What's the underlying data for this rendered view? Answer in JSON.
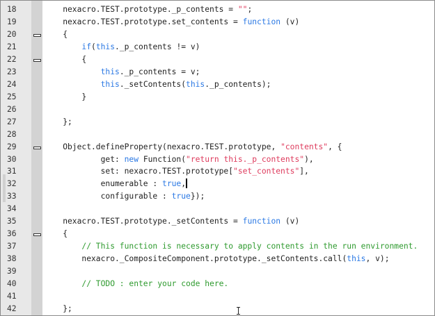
{
  "colors": {
    "keyword": "#2a78e4",
    "string": "#de3a5c",
    "comment": "#2e9a2e"
  },
  "caret_line": 32,
  "lines": [
    {
      "n": "18",
      "i": 1,
      "t": [
        [
          "nexacro.TEST.prototype._p_contents = ",
          ""
        ],
        [
          "\"\"",
          "s"
        ],
        [
          ";",
          ""
        ]
      ]
    },
    {
      "n": "19",
      "i": 1,
      "t": [
        [
          "nexacro.TEST.prototype.set_contents = ",
          ""
        ],
        [
          "function",
          "k"
        ],
        [
          " (v)",
          ""
        ]
      ]
    },
    {
      "n": "20",
      "i": 1,
      "f": true,
      "t": [
        [
          "{",
          ""
        ]
      ]
    },
    {
      "n": "21",
      "i": 2,
      "t": [
        [
          "if",
          "k"
        ],
        [
          "(",
          ""
        ],
        [
          "this",
          "k"
        ],
        [
          "._p_contents != v)",
          ""
        ]
      ]
    },
    {
      "n": "22",
      "i": 2,
      "f": true,
      "t": [
        [
          "{",
          ""
        ]
      ]
    },
    {
      "n": "23",
      "i": 3,
      "t": [
        [
          "this",
          "k"
        ],
        [
          "._p_contents = v;",
          ""
        ]
      ]
    },
    {
      "n": "24",
      "i": 3,
      "t": [
        [
          "this",
          "k"
        ],
        [
          "._setContents(",
          ""
        ],
        [
          "this",
          "k"
        ],
        [
          "._p_contents);",
          ""
        ]
      ]
    },
    {
      "n": "25",
      "i": 2,
      "t": [
        [
          "}",
          ""
        ]
      ]
    },
    {
      "n": "26",
      "i": 0,
      "t": []
    },
    {
      "n": "27",
      "i": 1,
      "t": [
        [
          "};",
          ""
        ]
      ]
    },
    {
      "n": "28",
      "i": 0,
      "t": []
    },
    {
      "n": "29",
      "i": 1,
      "f": true,
      "t": [
        [
          "Object.defineProperty(nexacro.TEST.prototype, ",
          ""
        ],
        [
          "\"contents\"",
          "s"
        ],
        [
          ", {",
          ""
        ]
      ]
    },
    {
      "n": "30",
      "i": 3,
      "t": [
        [
          "get: ",
          ""
        ],
        [
          "new",
          "k"
        ],
        [
          " Function(",
          ""
        ],
        [
          "\"return this._p_contents\"",
          "s"
        ],
        [
          "),",
          ""
        ]
      ]
    },
    {
      "n": "31",
      "i": 3,
      "t": [
        [
          "set: nexacro.TEST.prototype[",
          ""
        ],
        [
          "\"set_contents\"",
          "s"
        ],
        [
          "],",
          ""
        ]
      ]
    },
    {
      "n": "32",
      "i": 3,
      "t": [
        [
          "enumerable : ",
          ""
        ],
        [
          "true",
          "k"
        ],
        [
          ",",
          ""
        ]
      ]
    },
    {
      "n": "33",
      "i": 3,
      "t": [
        [
          "configurable : ",
          ""
        ],
        [
          "true",
          "k"
        ],
        [
          "});",
          ""
        ]
      ]
    },
    {
      "n": "34",
      "i": 0,
      "t": []
    },
    {
      "n": "35",
      "i": 1,
      "t": [
        [
          "nexacro.TEST.prototype._setContents = ",
          ""
        ],
        [
          "function",
          "k"
        ],
        [
          " (v)",
          ""
        ]
      ]
    },
    {
      "n": "36",
      "i": 1,
      "f": true,
      "t": [
        [
          "{",
          ""
        ]
      ]
    },
    {
      "n": "37",
      "i": 2,
      "t": [
        [
          "// This function is necessary to apply contents in the run environment.",
          "c"
        ]
      ]
    },
    {
      "n": "38",
      "i": 2,
      "t": [
        [
          "nexacro._CompositeComponent.prototype._setContents.call(",
          ""
        ],
        [
          "this",
          "k"
        ],
        [
          ", v);",
          ""
        ]
      ]
    },
    {
      "n": "39",
      "i": 0,
      "t": []
    },
    {
      "n": "40",
      "i": 2,
      "t": [
        [
          "// TODO : enter your code here.",
          "c"
        ]
      ]
    },
    {
      "n": "41",
      "i": 0,
      "t": []
    },
    {
      "n": "42",
      "i": 1,
      "t": [
        [
          "};",
          ""
        ]
      ]
    }
  ]
}
